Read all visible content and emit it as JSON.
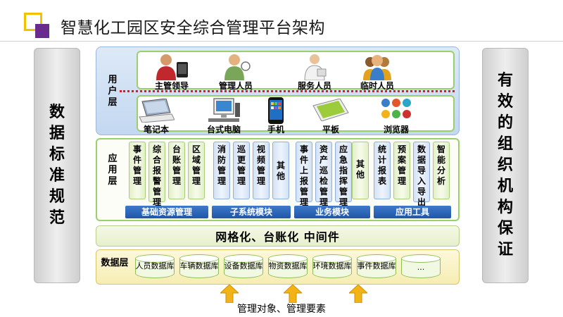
{
  "header": {
    "title": "智慧化工园区安全综合管理平台架构"
  },
  "colors": {
    "accent_yellow": "#f2c200",
    "accent_purple": "#6a2b8f",
    "module_blue": "#1f56a8",
    "border_green": "#9ad06a",
    "dash_red": "#c0282d"
  },
  "left_pillar": {
    "text": "数据标准规范"
  },
  "right_pillar": {
    "text": "有效的组织机构保证"
  },
  "user_layer": {
    "label": "用户层",
    "people": [
      {
        "label": "主管领导",
        "icon": "leader-icon"
      },
      {
        "label": "管理人员",
        "icon": "manager-icon"
      },
      {
        "label": "服务人员",
        "icon": "service-staff-icon"
      },
      {
        "label": "临时人员",
        "icon": "temp-staff-icon"
      }
    ],
    "devices": [
      {
        "label": "笔记本",
        "icon": "laptop-icon"
      },
      {
        "label": "台式电脑",
        "icon": "desktop-icon"
      },
      {
        "label": "手机",
        "icon": "phone-icon"
      },
      {
        "label": "平板",
        "icon": "tablet-icon"
      },
      {
        "label": "浏览器",
        "icon": "browser-icon"
      }
    ]
  },
  "app_layer": {
    "label": "应用层",
    "columns": [
      "事件管理",
      "综合报警管理",
      "台账管理",
      "区域管理",
      "消防管理",
      "巡更管理",
      "视频管理",
      "其他",
      "事件上报管理",
      "资产巡检管理",
      "应急指挥管理",
      "其他",
      "统计报表",
      "预案管理",
      "数据导入导出",
      "智能分析"
    ],
    "modules": [
      "基础资源管理",
      "子系统模块",
      "业务模块",
      "应用工具"
    ]
  },
  "middleware": {
    "label": "网格化、台账化 中间件"
  },
  "data_layer": {
    "label": "数据层",
    "databases": [
      "人员数据库",
      "车辆数据库",
      "设备数据库",
      "物资数据库",
      "环境数据库",
      "事件数据库",
      "..."
    ]
  },
  "bottom": {
    "text": "管理对象、管理要素"
  }
}
